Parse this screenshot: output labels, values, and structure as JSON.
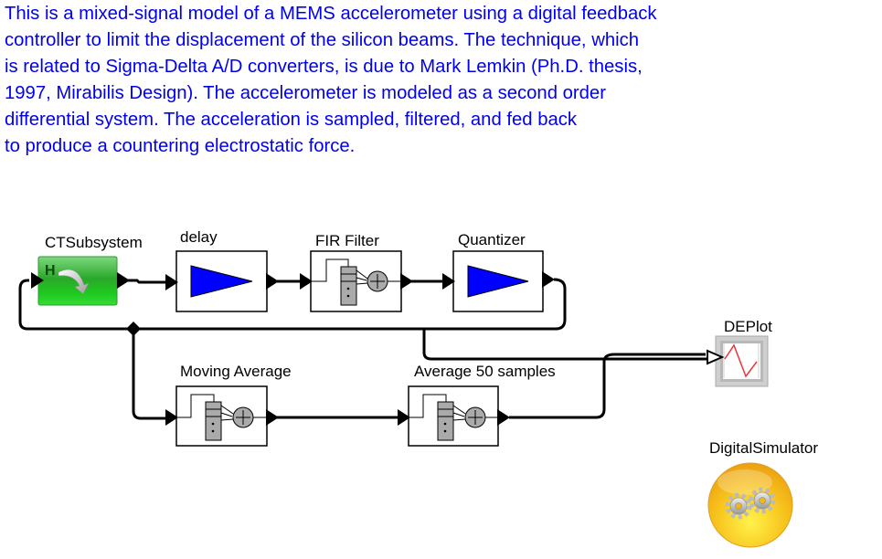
{
  "annotation": {
    "color": "#0000ee",
    "lines": [
      "This is a mixed-signal model of a MEMS accelerometer using a digital feedback",
      "controller to limit the displacement of the silicon beams. The technique, which",
      "is related to Sigma-Delta A/D converters, is due to Mark Lemkin (Ph.D. thesis,",
      "1997, Mirabilis Design). The accelerometer is modeled as a second order",
      "differential system. The acceleration is sampled, filtered, and fed back",
      "to produce a countering electrostatic force."
    ]
  },
  "actors": {
    "ctsubsystem": {
      "label": "CTSubsystem",
      "icon": "hierarchy-composite-icon",
      "color": "#22cc22"
    },
    "delay": {
      "label": "delay",
      "icon": "triangle-gain-icon",
      "color": "#0000ff"
    },
    "fir_filter": {
      "label": "FIR Filter",
      "icon": "fir-filter-icon"
    },
    "quantizer": {
      "label": "Quantizer",
      "icon": "triangle-gain-icon",
      "color": "#0000ff"
    },
    "moving_average": {
      "label": "Moving Average",
      "icon": "fir-filter-icon"
    },
    "average_50": {
      "label": "Average 50 samples",
      "icon": "fir-filter-icon"
    },
    "deplot": {
      "label": "DEPlot",
      "icon": "plot-icon",
      "trace_color": "#ee3333"
    },
    "director": {
      "label": "DigitalSimulator",
      "icon": "gears-icon",
      "color": "#f5b800"
    }
  }
}
